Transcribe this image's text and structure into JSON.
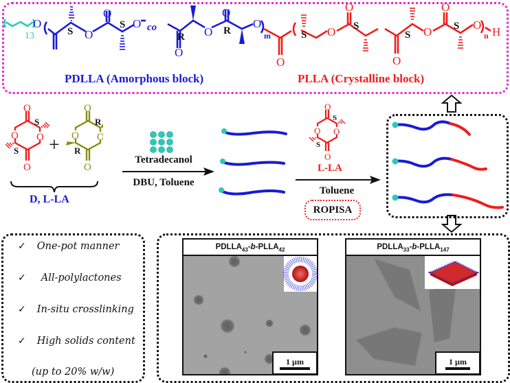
{
  "structure": {
    "alkyl_label": "13",
    "o_label": "O",
    "co_label": "co",
    "m_label": "m",
    "n_label": "n",
    "h_label": "H",
    "stereo_s": "S",
    "stereo_r": "R",
    "pdlla_label": "PDLLA (Amorphous block)",
    "plla_label": "PLLA (Crystalline block)"
  },
  "reaction": {
    "monomer_label": "D, L-LA",
    "plus": "+",
    "step1_above": "Tetradecanol",
    "step1_below": "DBU, Toluene",
    "step2_monomer": "L-LA",
    "step2_below": "Toluene",
    "method_badge": "ROPISA"
  },
  "features": {
    "items": [
      {
        "check": "✓",
        "text": "One-pot manner"
      },
      {
        "check": "✓",
        "text": "All-polylactones"
      },
      {
        "check": "✓",
        "text": "In-situ crosslinking"
      },
      {
        "check": "✓",
        "text": "High solids content"
      }
    ],
    "note": "(up to 20% w/w)"
  },
  "tem": [
    {
      "title_a": "PDLLA",
      "sub_a": "43",
      "mid": "-b-",
      "title_b": "PLLA",
      "sub_b": "42",
      "scale": "1 µm",
      "morphology": "spherical micelle"
    },
    {
      "title_a": "PDLLA",
      "sub_a": "33",
      "mid": "-b-",
      "title_b": "PLLA",
      "sub_b": "147",
      "scale": "1 µm",
      "morphology": "diamond platelet"
    }
  ],
  "colors": {
    "pdlla_blue": "#1a1ad6",
    "plla_red": "#f01c1c",
    "dlactide_olive": "#8a8a10",
    "initiator_teal": "#2cc9b8",
    "magenta_border": "#ee22dd"
  }
}
